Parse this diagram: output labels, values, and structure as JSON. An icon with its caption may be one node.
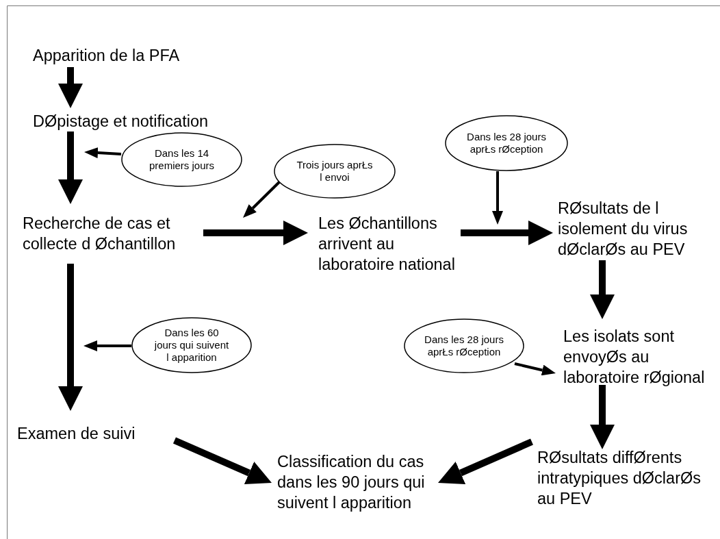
{
  "diagram": {
    "nodes": [
      {
        "text": [
          "Apparition de la PFA"
        ]
      },
      {
        "text": [
          "DØpistage et notification"
        ]
      },
      {
        "text": [
          "Recherche de cas et collecte d Øchantillon"
        ]
      },
      {
        "text": [
          "Les Øchantillons arrivent au laboratoire national"
        ]
      },
      {
        "text": [
          "RØsultats de l isolement du virus dØclarØs au PEV"
        ]
      },
      {
        "text": [
          "Les isolats sont envoyØs au laboratoire rØgional"
        ]
      },
      {
        "text": [
          "Examen de suivi"
        ]
      },
      {
        "text": [
          "Classification du cas dans les 90 jours qui suivent l apparition"
        ]
      },
      {
        "text": [
          "RØsultats diffØrents intratypiques dØclarØs au PEV"
        ]
      },
      {
        "text": [
          "Dans les 14 premiers jours"
        ]
      },
      {
        "text": [
          "Trois jours aprŁs l envoi"
        ]
      },
      {
        "text": [
          "Dans les 28 jours aprŁs rØception"
        ]
      },
      {
        "text": [
          "Dans les 60 jours qui suivent l apparition"
        ]
      },
      {
        "text": [
          "Dans les 28 jours aprŁs rØception"
        ]
      }
    ],
    "edges": [
      {
        "from": 0,
        "to": 1,
        "arrow": "to"
      },
      {
        "from": 1,
        "to": 2,
        "arrow": "to"
      },
      {
        "from": 2,
        "to": 3,
        "arrow": "to"
      },
      {
        "from": 3,
        "to": 4,
        "arrow": "to"
      },
      {
        "from": 4,
        "to": 5,
        "arrow": "to"
      },
      {
        "from": 5,
        "to": 8,
        "arrow": "to"
      },
      {
        "from": 2,
        "to": 6,
        "arrow": "to"
      },
      {
        "from": 6,
        "to": 7,
        "arrow": "to"
      },
      {
        "from": 8,
        "to": 7,
        "arrow": "to"
      },
      {
        "from": 9,
        "to": 1,
        "arrow": "to"
      },
      {
        "from": 10,
        "to": null,
        "arrow": "to"
      },
      {
        "from": 11,
        "to": null,
        "arrow": "to"
      },
      {
        "from": 12,
        "to": null,
        "arrow": "to"
      },
      {
        "from": 13,
        "to": 5,
        "arrow": "to"
      }
    ]
  }
}
